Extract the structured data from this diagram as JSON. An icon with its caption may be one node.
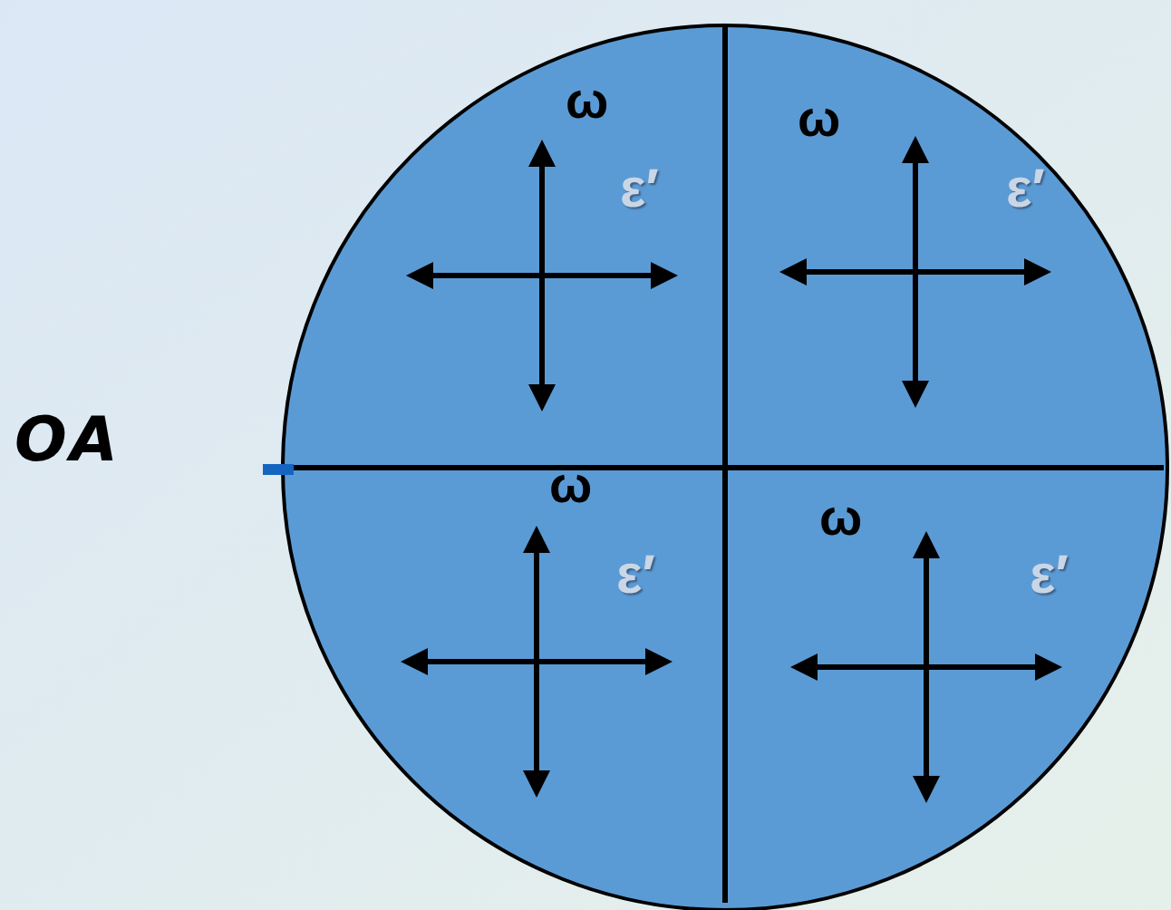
{
  "diagram": {
    "labels": [
      "OA",
      "ω",
      "ε′",
      "ω",
      "ε′",
      "ω",
      "ε′",
      "ω",
      "ε′"
    ]
  }
}
